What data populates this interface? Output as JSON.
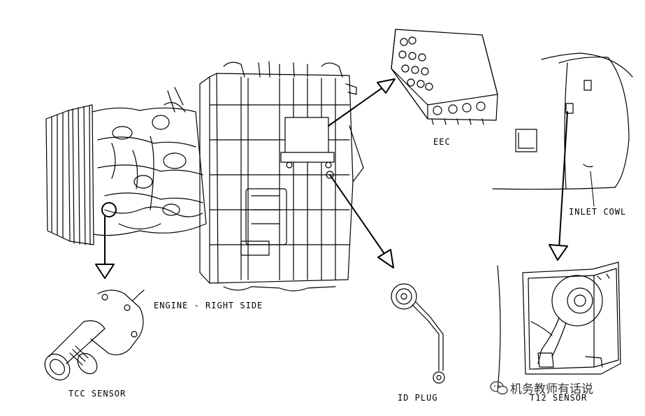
{
  "labels": {
    "eec": "EEC",
    "inlet_cowl": "INLET COWL",
    "engine_right_side": "ENGINE - RIGHT SIDE",
    "tcc_sensor": "TCC SENSOR",
    "id_plug": "ID PLUG",
    "t12_sensor": "T12 SENSOR"
  },
  "watermark": {
    "text": "机务教师有话说",
    "icon": "wechat-bubble-icon"
  }
}
